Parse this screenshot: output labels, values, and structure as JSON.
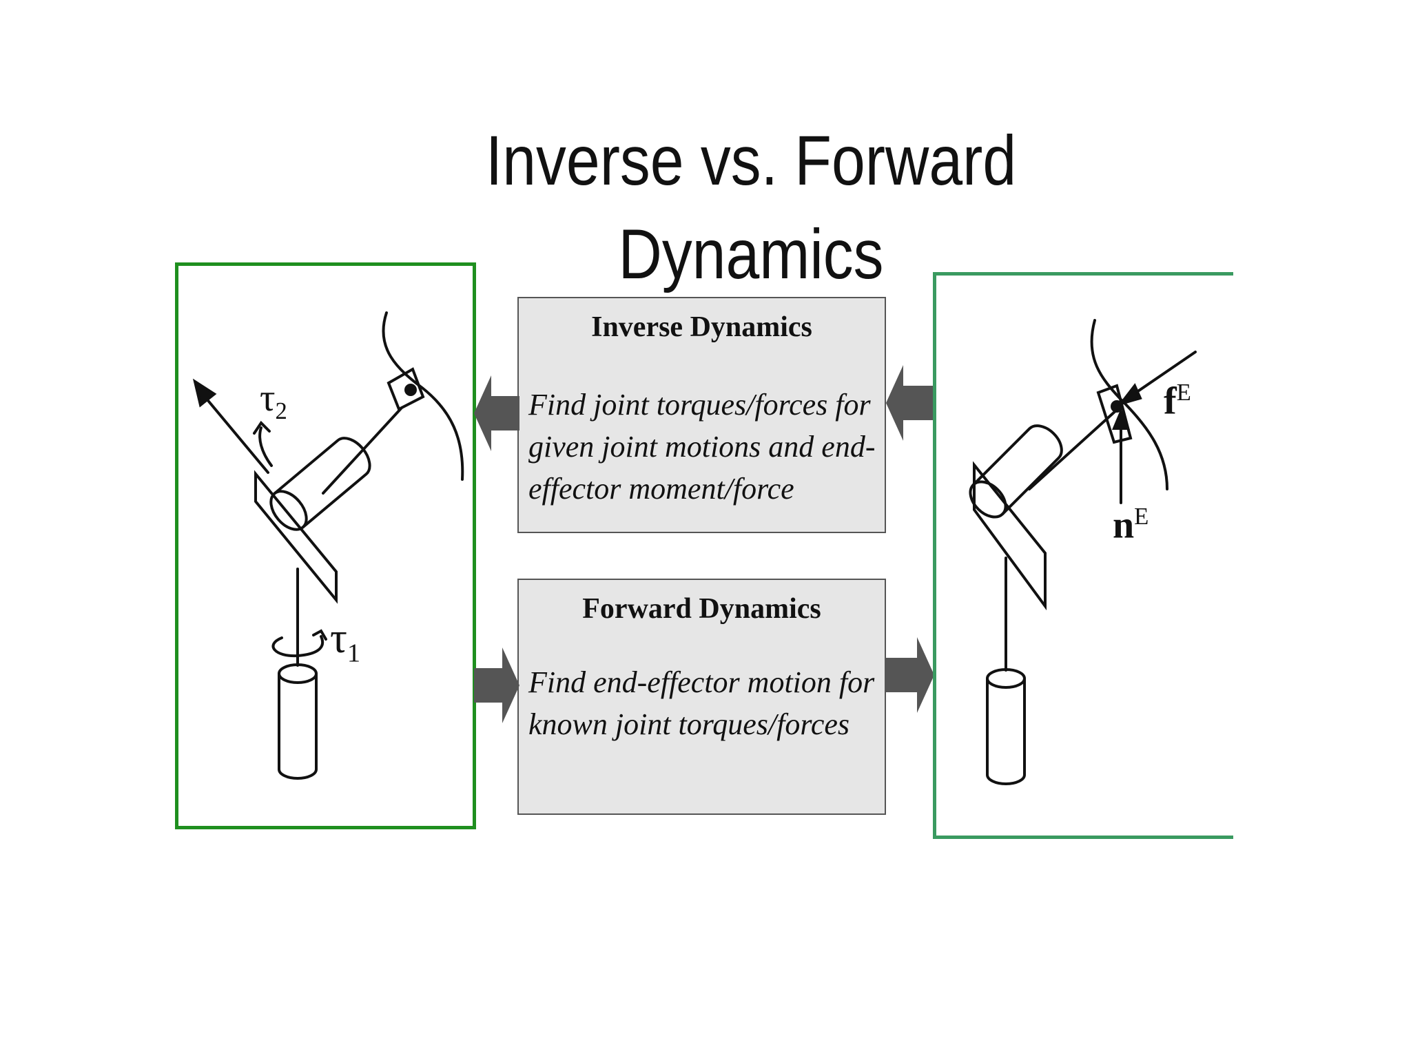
{
  "title": {
    "line1": "Inverse vs. Forward",
    "line2": "Dynamics"
  },
  "inverse": {
    "heading": "Inverse Dynamics",
    "lines": [
      "Find joint torques/forces for",
      "given joint motions and end-",
      "effector moment/force"
    ]
  },
  "forward": {
    "heading": "Forward Dynamics",
    "lines": [
      "Find end-effector motion for",
      "known joint torques/forces"
    ]
  },
  "labels": {
    "tau2": {
      "base": "τ",
      "sub": "2"
    },
    "tau1": {
      "base": "τ",
      "sub": "1"
    },
    "force": {
      "base": "f",
      "sup": "E"
    },
    "moment": {
      "base": "n",
      "sup": "E"
    }
  },
  "colors": {
    "left_border": "#1f8f1f",
    "right_border": "#3a9a60",
    "box_fill": "#e6e6e6",
    "arrow_fill": "#555555"
  }
}
